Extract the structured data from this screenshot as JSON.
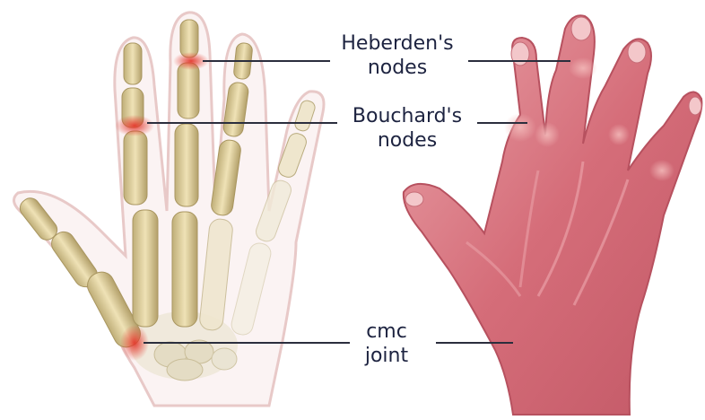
{
  "labels": {
    "heberden": {
      "line1": "Heberden's",
      "line2": "nodes"
    },
    "bouchard": {
      "line1": "Bouchard's",
      "line2": "nodes"
    },
    "cmc": {
      "line1": "cmc",
      "line2": "joint"
    }
  },
  "colors": {
    "bone": "#d9c797",
    "bone_shadow": "#a99660",
    "skin_outline": "#e8c9c8",
    "skin": "#d46f7b",
    "skin_light": "#eaa7ad",
    "inflamed": "#e0453a",
    "leader": "#2b2e3d",
    "text": "#1d2340"
  }
}
